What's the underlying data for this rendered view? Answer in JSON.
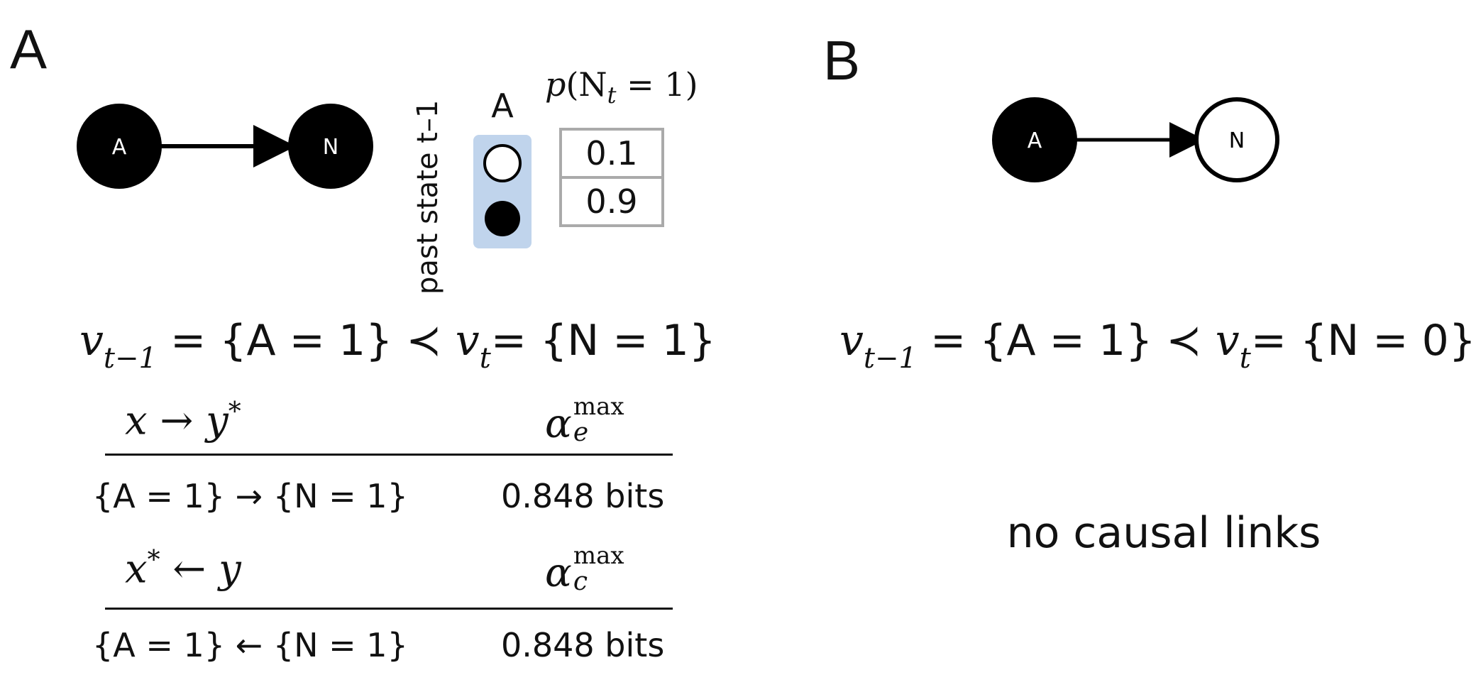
{
  "panel_a": {
    "label": "A",
    "node_a": "A",
    "node_n": "N",
    "tpm": {
      "axis_label": "past state t–1",
      "column_label": "A",
      "prob_header": {
        "p": "p",
        "open": "(N",
        "sub": "t",
        "close": " = 1)"
      },
      "values": [
        "0.1",
        "0.9"
      ]
    },
    "transition": {
      "lhs_var": "v",
      "lhs_sub": "t−1",
      "lhs_set": " = {A = 1} ≺ ",
      "rhs_var": "v",
      "rhs_sub": "t",
      "rhs_set": "= {N = 1}"
    },
    "effect_table": {
      "header_x": "x",
      "header_arrow": " → ",
      "header_y": "y",
      "header_star": "*",
      "alpha_sym": "α",
      "alpha_sup": "max",
      "alpha_sub": "e",
      "row_mechanism": "{A = 1} → {N = 1}",
      "row_value": "0.848 bits"
    },
    "cause_table": {
      "header_x": "x",
      "header_star": "*",
      "header_arrow": " ← ",
      "header_y": "y",
      "alpha_sym": "α",
      "alpha_sup": "max",
      "alpha_sub": "c",
      "row_mechanism": "{A = 1} ← {N = 1}",
      "row_value": "0.848 bits"
    }
  },
  "panel_b": {
    "label": "B",
    "node_a": "A",
    "node_n": "N",
    "transition": {
      "lhs_var": "v",
      "lhs_sub": "t−1",
      "lhs_set": " = {A = 1} ≺ ",
      "rhs_var": "v",
      "rhs_sub": "t",
      "rhs_set": "= {N = 0}"
    },
    "message": "no causal links"
  }
}
